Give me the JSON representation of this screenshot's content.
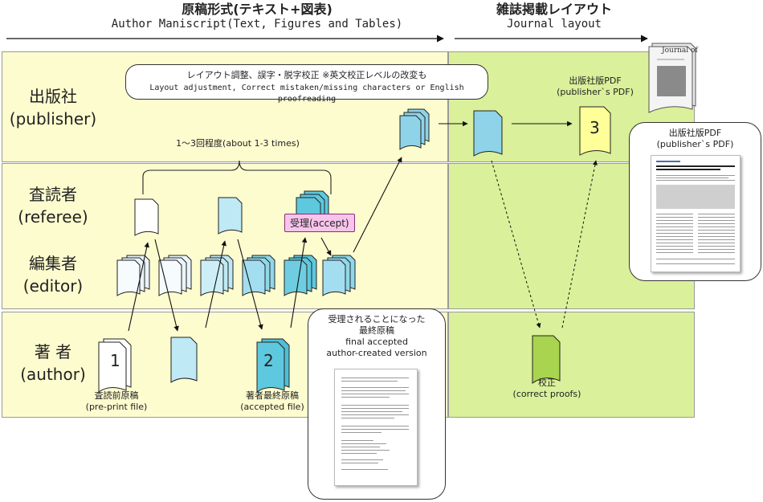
{
  "header": {
    "left_jp": "原稿形式(テキスト+図表)",
    "left_en": "Author Maniscript(Text, Figures and Tables)",
    "right_jp": "雑誌掲載レイアウト",
    "right_en": "Journal layout"
  },
  "roles": {
    "publisher_jp": "出版社",
    "publisher_en": "(publisher)",
    "referee_jp": "査読者",
    "referee_en": "(referee)",
    "editor_jp": "編集者",
    "editor_en": "(editor)",
    "author_jp": "著 者",
    "author_en": "(author)"
  },
  "publisher_callout": {
    "jp": "レイアウト調整、誤字・脱字校正 ※英文校正レベルの改変も",
    "en": "Layout adjustment, Correct mistaken/missing characters or English proofreading"
  },
  "review_rounds": "1〜3回程度(about 1-3 times)",
  "accept_label": "受理(accept)",
  "docs": {
    "preprint_number": "1",
    "preprint_jp": "査読前原稿",
    "preprint_en": "(pre-print file)",
    "accepted_number": "2",
    "accepted_jp": "著者最終原稿",
    "accepted_en": "(accepted file)",
    "publisher_pdf_number": "3",
    "publisher_pdf_jp": "出版社版PDF",
    "publisher_pdf_en": "(publisher`s PDF)",
    "proofs_jp": "校正",
    "proofs_en": "(correct proofs)"
  },
  "final_callout": {
    "jp1": "受理されることになった",
    "jp2": "最終原稿",
    "en1": "final accepted",
    "en2": "author-created version"
  },
  "pdf_callout": {
    "jp": "出版社版PDF",
    "en": "(publisher`s PDF)"
  },
  "journal_cover_title": "Journal of",
  "colors": {
    "band_left": "#fdfccf",
    "band_right": "#daf09a",
    "doc_blue": "#8fd3e8",
    "doc_yellow": "#ffff99",
    "doc_green": "#a9d44f",
    "accept_pink": "#f7c4ec"
  }
}
